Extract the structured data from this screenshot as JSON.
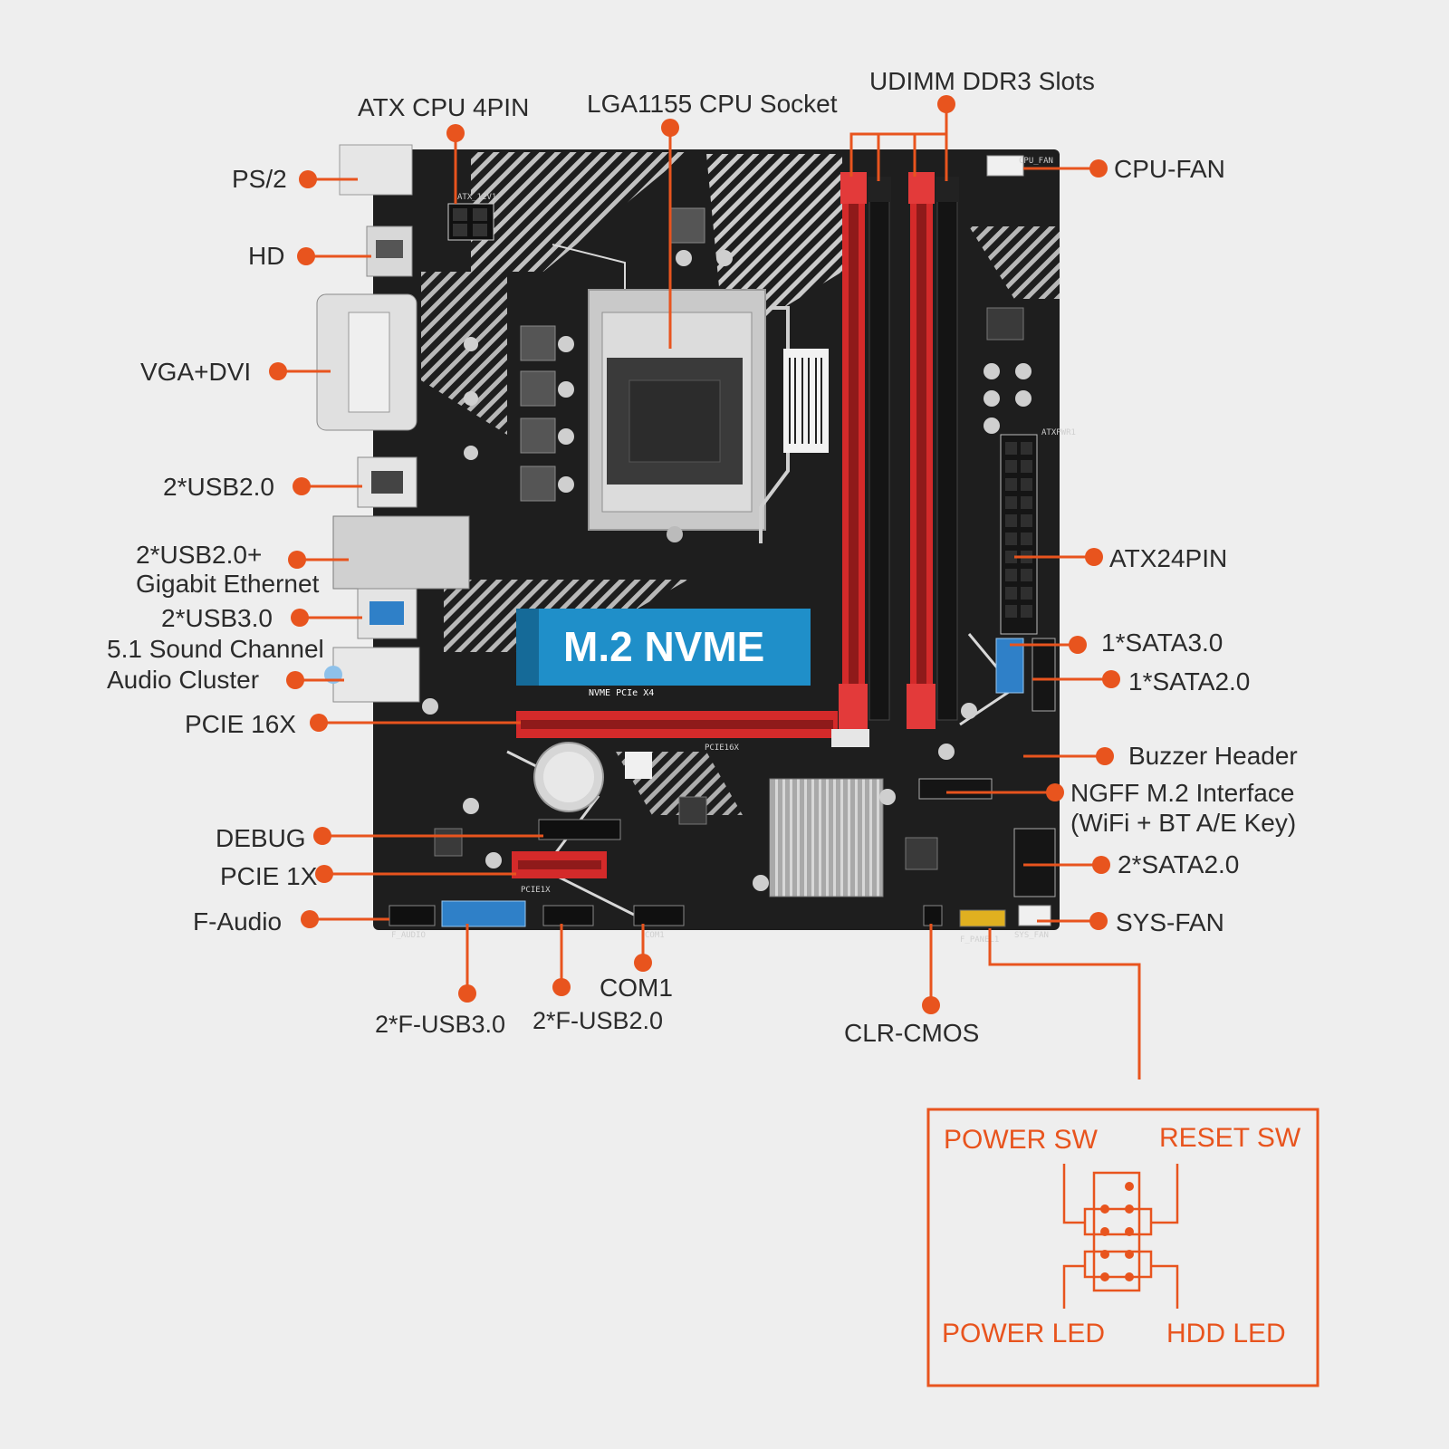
{
  "labels": {
    "atx_cpu_4pin": "ATX CPU 4PIN",
    "lga_socket": "LGA1155 CPU Socket",
    "udimm": "UDIMM DDR3 Slots",
    "ps2": "PS/2",
    "hd": "HD",
    "cpu_fan": "CPU-FAN",
    "vga_dvi": "VGA+DVI",
    "usb20": "2*USB2.0",
    "usb20_eth_1": "2*USB2.0+",
    "usb20_eth_2": "Gigabit Ethernet",
    "usb30": "2*USB3.0",
    "audio_1": "5.1 Sound Channel",
    "audio_2": "Audio Cluster",
    "atx24": "ATX24PIN",
    "sata3": "1*SATA3.0",
    "sata2": "1*SATA2.0",
    "pcie16": "PCIE 16X",
    "buzzer": "Buzzer Header",
    "ngff_1": "NGFF M.2 Interface",
    "ngff_2": "(WiFi + BT A/E Key)",
    "debug": "DEBUG",
    "pcie1": "PCIE 1X",
    "sata2x2": "2*SATA2.0",
    "faudio": "F-Audio",
    "sysfan": "SYS-FAN",
    "com1": "COM1",
    "fusb30": "2*F-USB3.0",
    "fusb20": "2*F-USB2.0",
    "clrcmos": "CLR-CMOS"
  },
  "board": {
    "m2_title": "M.2 NVME",
    "m2_sub": "NVME PCIe X4",
    "slot_pcie16": "PCIE16X",
    "slot_pcie1": "PCIE1X",
    "hdr_atx": "ATX_12V1",
    "hdr_cpufan": "CPU_FAN",
    "hdr_sysfan": "SYS_FAN",
    "hdr_faudio": "F_AUDIO",
    "hdr_com": "COM1",
    "hdr_panel": "F_PANEL1",
    "hdr_atxpwr": "ATXPWR1"
  },
  "front_panel": {
    "power_sw": "POWER SW",
    "reset_sw": "RESET SW",
    "power_led": "POWER LED",
    "hdd_led": "HDD  LED"
  },
  "colors": {
    "accent": "#e8541e",
    "pcb": "#1e1e1e",
    "dimm_red": "#d42a2a",
    "m2_blue": "#1f8fc9",
    "usb3_blue": "#2f80c8"
  }
}
